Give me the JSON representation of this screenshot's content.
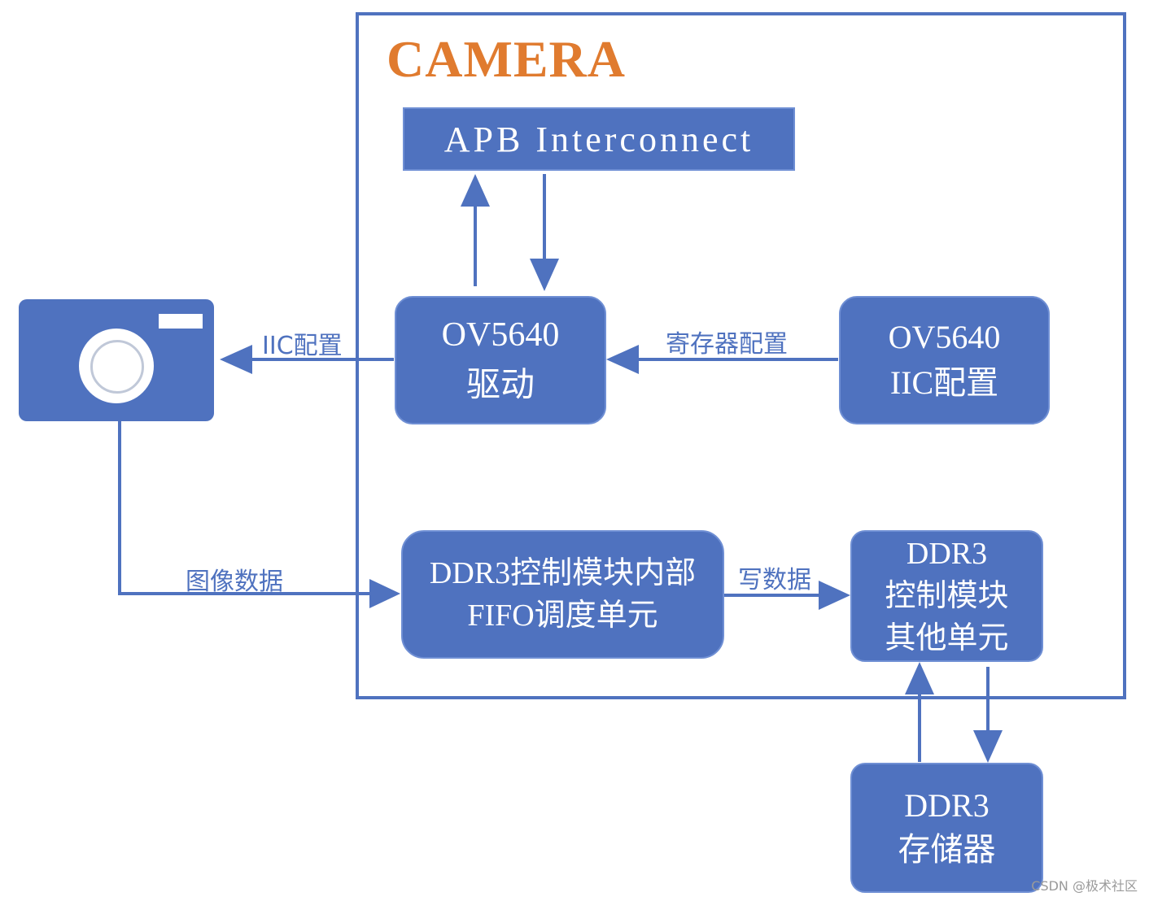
{
  "title": "CAMERA",
  "apb": "APB Interconnect",
  "driver": {
    "line1": "OV5640",
    "line2": "驱动"
  },
  "iic_cfg": {
    "line1": "OV5640",
    "line2": "IIC配置"
  },
  "fifo": {
    "line1": "DDR3控制模块内部",
    "line2": "FIFO调度单元"
  },
  "ddr3_ctrl": {
    "line1": "DDR3",
    "line2": "控制模块",
    "line3": "其他单元"
  },
  "ddr3_mem": {
    "line1": "DDR3",
    "line2": "存储器"
  },
  "labels": {
    "iic": "IIC配置",
    "reg": "寄存器配置",
    "image": "图像数据",
    "write": "写数据"
  },
  "watermark": "CSDN @极术社区",
  "colors": {
    "accent": "#4f72bf",
    "title": "#e07b2f"
  },
  "icons": {
    "camera": "camera-icon"
  }
}
